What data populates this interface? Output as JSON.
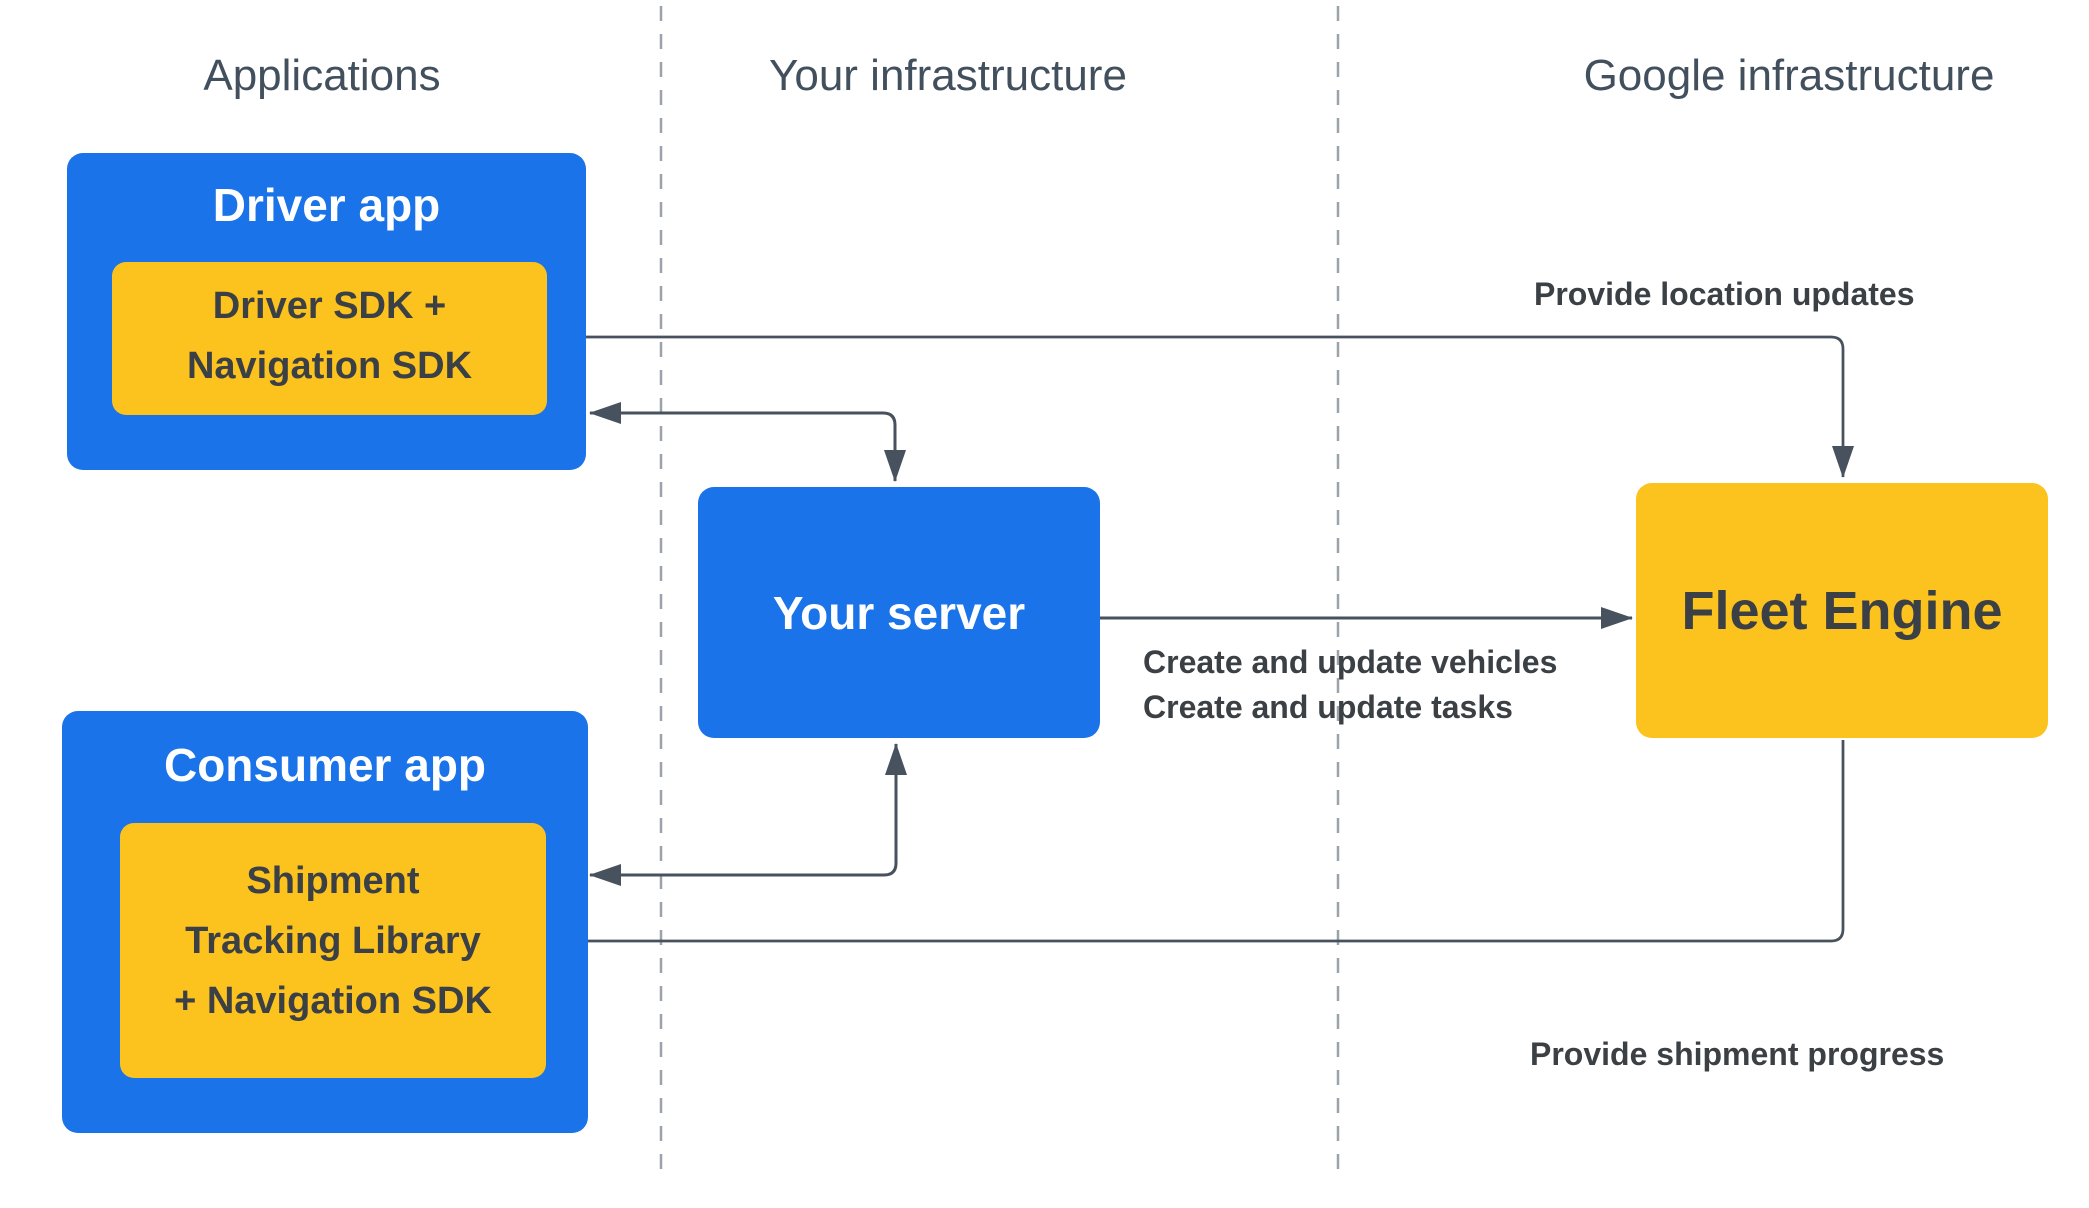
{
  "colors": {
    "blue": "#1a73e8",
    "yellow": "#fcc21d",
    "arrow": "#47525e",
    "header_text": "#42505e",
    "label_text": "#3b4045",
    "dashed_divider": "#9aa2aa"
  },
  "columns": {
    "applications": "Applications",
    "your_infrastructure": "Your infrastructure",
    "google_infrastructure": "Google infrastructure"
  },
  "nodes": {
    "driver_app": {
      "title": "Driver app",
      "sdk_lines": [
        "Driver SDK +",
        "Navigation SDK"
      ]
    },
    "consumer_app": {
      "title": "Consumer app",
      "sdk_lines": [
        "Shipment",
        "Tracking Library",
        "+ Navigation SDK"
      ]
    },
    "your_server": {
      "title": "Your server"
    },
    "fleet_engine": {
      "title": "Fleet Engine"
    }
  },
  "edge_labels": {
    "provide_location_updates": "Provide location updates",
    "create_and_update": [
      "Create and update vehicles",
      "Create and update tasks"
    ],
    "provide_shipment_progress": "Provide shipment progress"
  }
}
